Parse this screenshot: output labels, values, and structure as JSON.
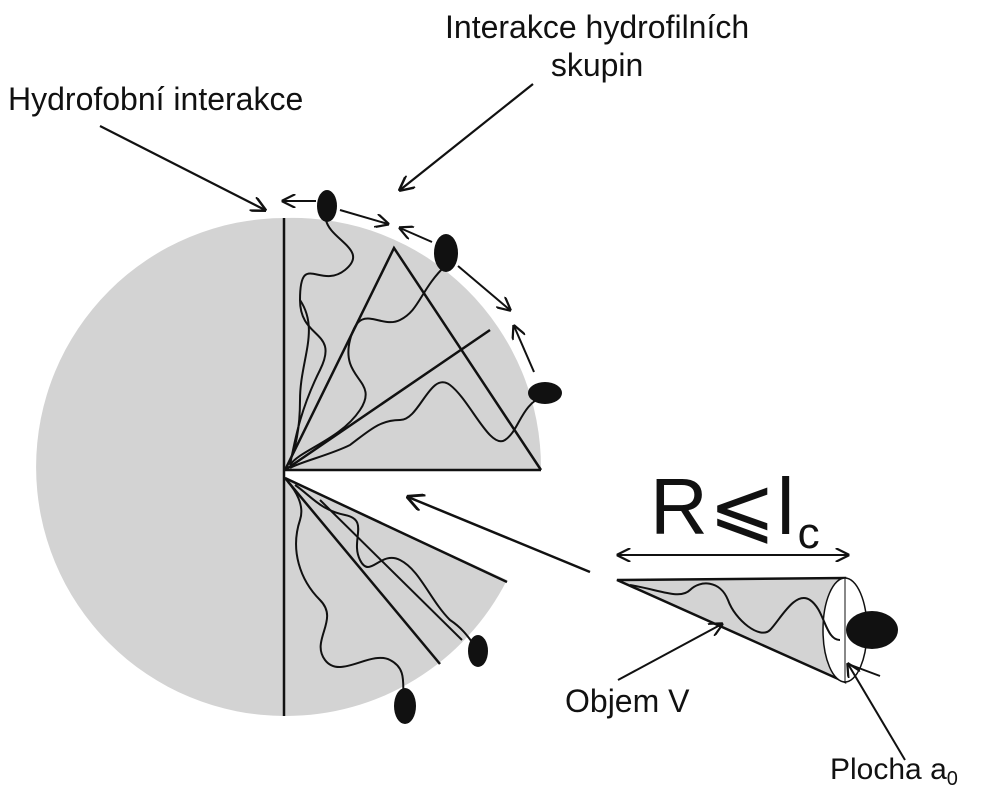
{
  "labels": {
    "hydrophilic_line1": "Interakce hydrofilních",
    "hydrophilic_line2": "skupin",
    "hydrophobic": "Hydrofobní interakce",
    "formula_main": "R⩽l",
    "formula_sub": "c",
    "volume": "Objem V",
    "area_main": "Plocha a",
    "area_sub": "0"
  },
  "colors": {
    "micelle_fill": "#d3d3d3",
    "stroke": "#111111",
    "head_fill": "#111111",
    "background": "#ffffff"
  }
}
